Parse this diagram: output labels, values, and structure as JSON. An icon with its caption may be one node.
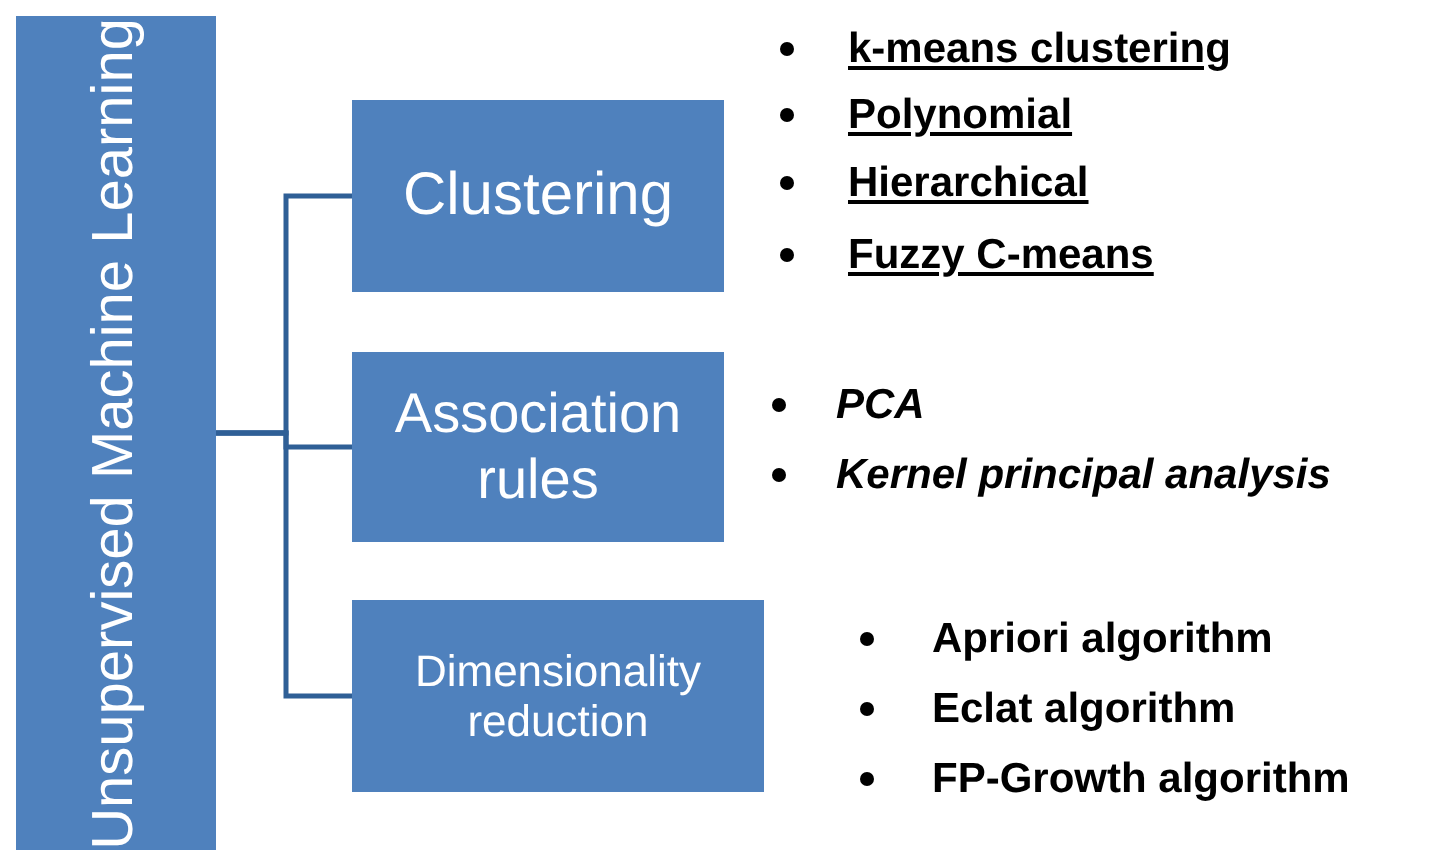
{
  "diagram": {
    "nodes": [
      {
        "text": [
          "Unsupervised Machine Learning"
        ]
      },
      {
        "text": [
          "Clustering"
        ]
      },
      {
        "text": [
          "Association rules"
        ]
      },
      {
        "text": [
          "Dimensionality reduction"
        ]
      }
    ],
    "edges": [
      {
        "from": 0,
        "to": 1,
        "arrow": "none"
      },
      {
        "from": 0,
        "to": 2,
        "arrow": "none"
      },
      {
        "from": 0,
        "to": 3,
        "arrow": "none"
      }
    ],
    "labels": [
      "k-means clustering",
      "Polynomial",
      "Hierarchical",
      "Fuzzy C-means",
      "PCA",
      "Kernel principal analysis",
      "Apriori algorithm",
      "Eclat algorithm",
      "FP-Growth algorithm"
    ]
  }
}
